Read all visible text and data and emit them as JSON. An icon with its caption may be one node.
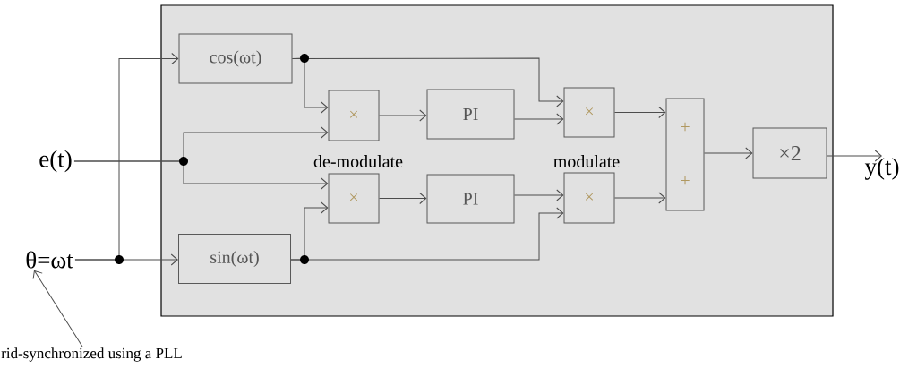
{
  "diagram": {
    "nodes": [
      {
        "text": [],
        "shape": "box"
      },
      {
        "text": [
          "e(t)"
        ]
      },
      {
        "text": [
          "θ=ωt"
        ]
      },
      {
        "text": [
          "cos(ωt)"
        ],
        "in": 0
      },
      {
        "text": [
          "sin(ωt)"
        ],
        "in": 0
      },
      {
        "text": [
          "×"
        ],
        "in": 0
      },
      {
        "text": [
          "×"
        ],
        "in": 0
      },
      {
        "text": [
          "PI"
        ],
        "in": 0
      },
      {
        "text": [
          "PI"
        ],
        "in": 0
      },
      {
        "text": [
          "×"
        ],
        "in": 0
      },
      {
        "text": [
          "×"
        ],
        "in": 0
      },
      {
        "text": [
          "+",
          "+"
        ],
        "in": 0
      },
      {
        "text": [
          "×2"
        ],
        "in": 0
      },
      {
        "text": [
          "y(t)"
        ]
      },
      {
        "text": [
          "rid-synchronized using a PLL"
        ]
      }
    ],
    "edges": [
      {
        "from": 1,
        "to": 5,
        "arrow": "to"
      },
      {
        "from": 1,
        "to": 6,
        "arrow": "to"
      },
      {
        "from": 2,
        "to": 3,
        "arrow": "to"
      },
      {
        "from": 2,
        "to": 4,
        "arrow": "to"
      },
      {
        "from": 3,
        "to": 5,
        "arrow": "to"
      },
      {
        "from": 3,
        "to": 9,
        "arrow": "to"
      },
      {
        "from": 4,
        "to": 6,
        "arrow": "to"
      },
      {
        "from": 4,
        "to": 10,
        "arrow": "to"
      },
      {
        "from": 5,
        "to": 7,
        "arrow": "to"
      },
      {
        "from": 6,
        "to": 8,
        "arrow": "to"
      },
      {
        "from": 7,
        "to": 9,
        "arrow": "to"
      },
      {
        "from": 8,
        "to": 10,
        "arrow": "to"
      },
      {
        "from": 9,
        "to": 11,
        "arrow": "to"
      },
      {
        "from": 10,
        "to": 11,
        "arrow": "to"
      },
      {
        "from": 11,
        "to": 12,
        "arrow": "to"
      },
      {
        "from": 12,
        "to": 13,
        "arrow": "to"
      },
      {
        "from": 14,
        "to": 2,
        "arrow": "to"
      }
    ],
    "labels": [
      "de-modulate",
      "modulate"
    ]
  }
}
